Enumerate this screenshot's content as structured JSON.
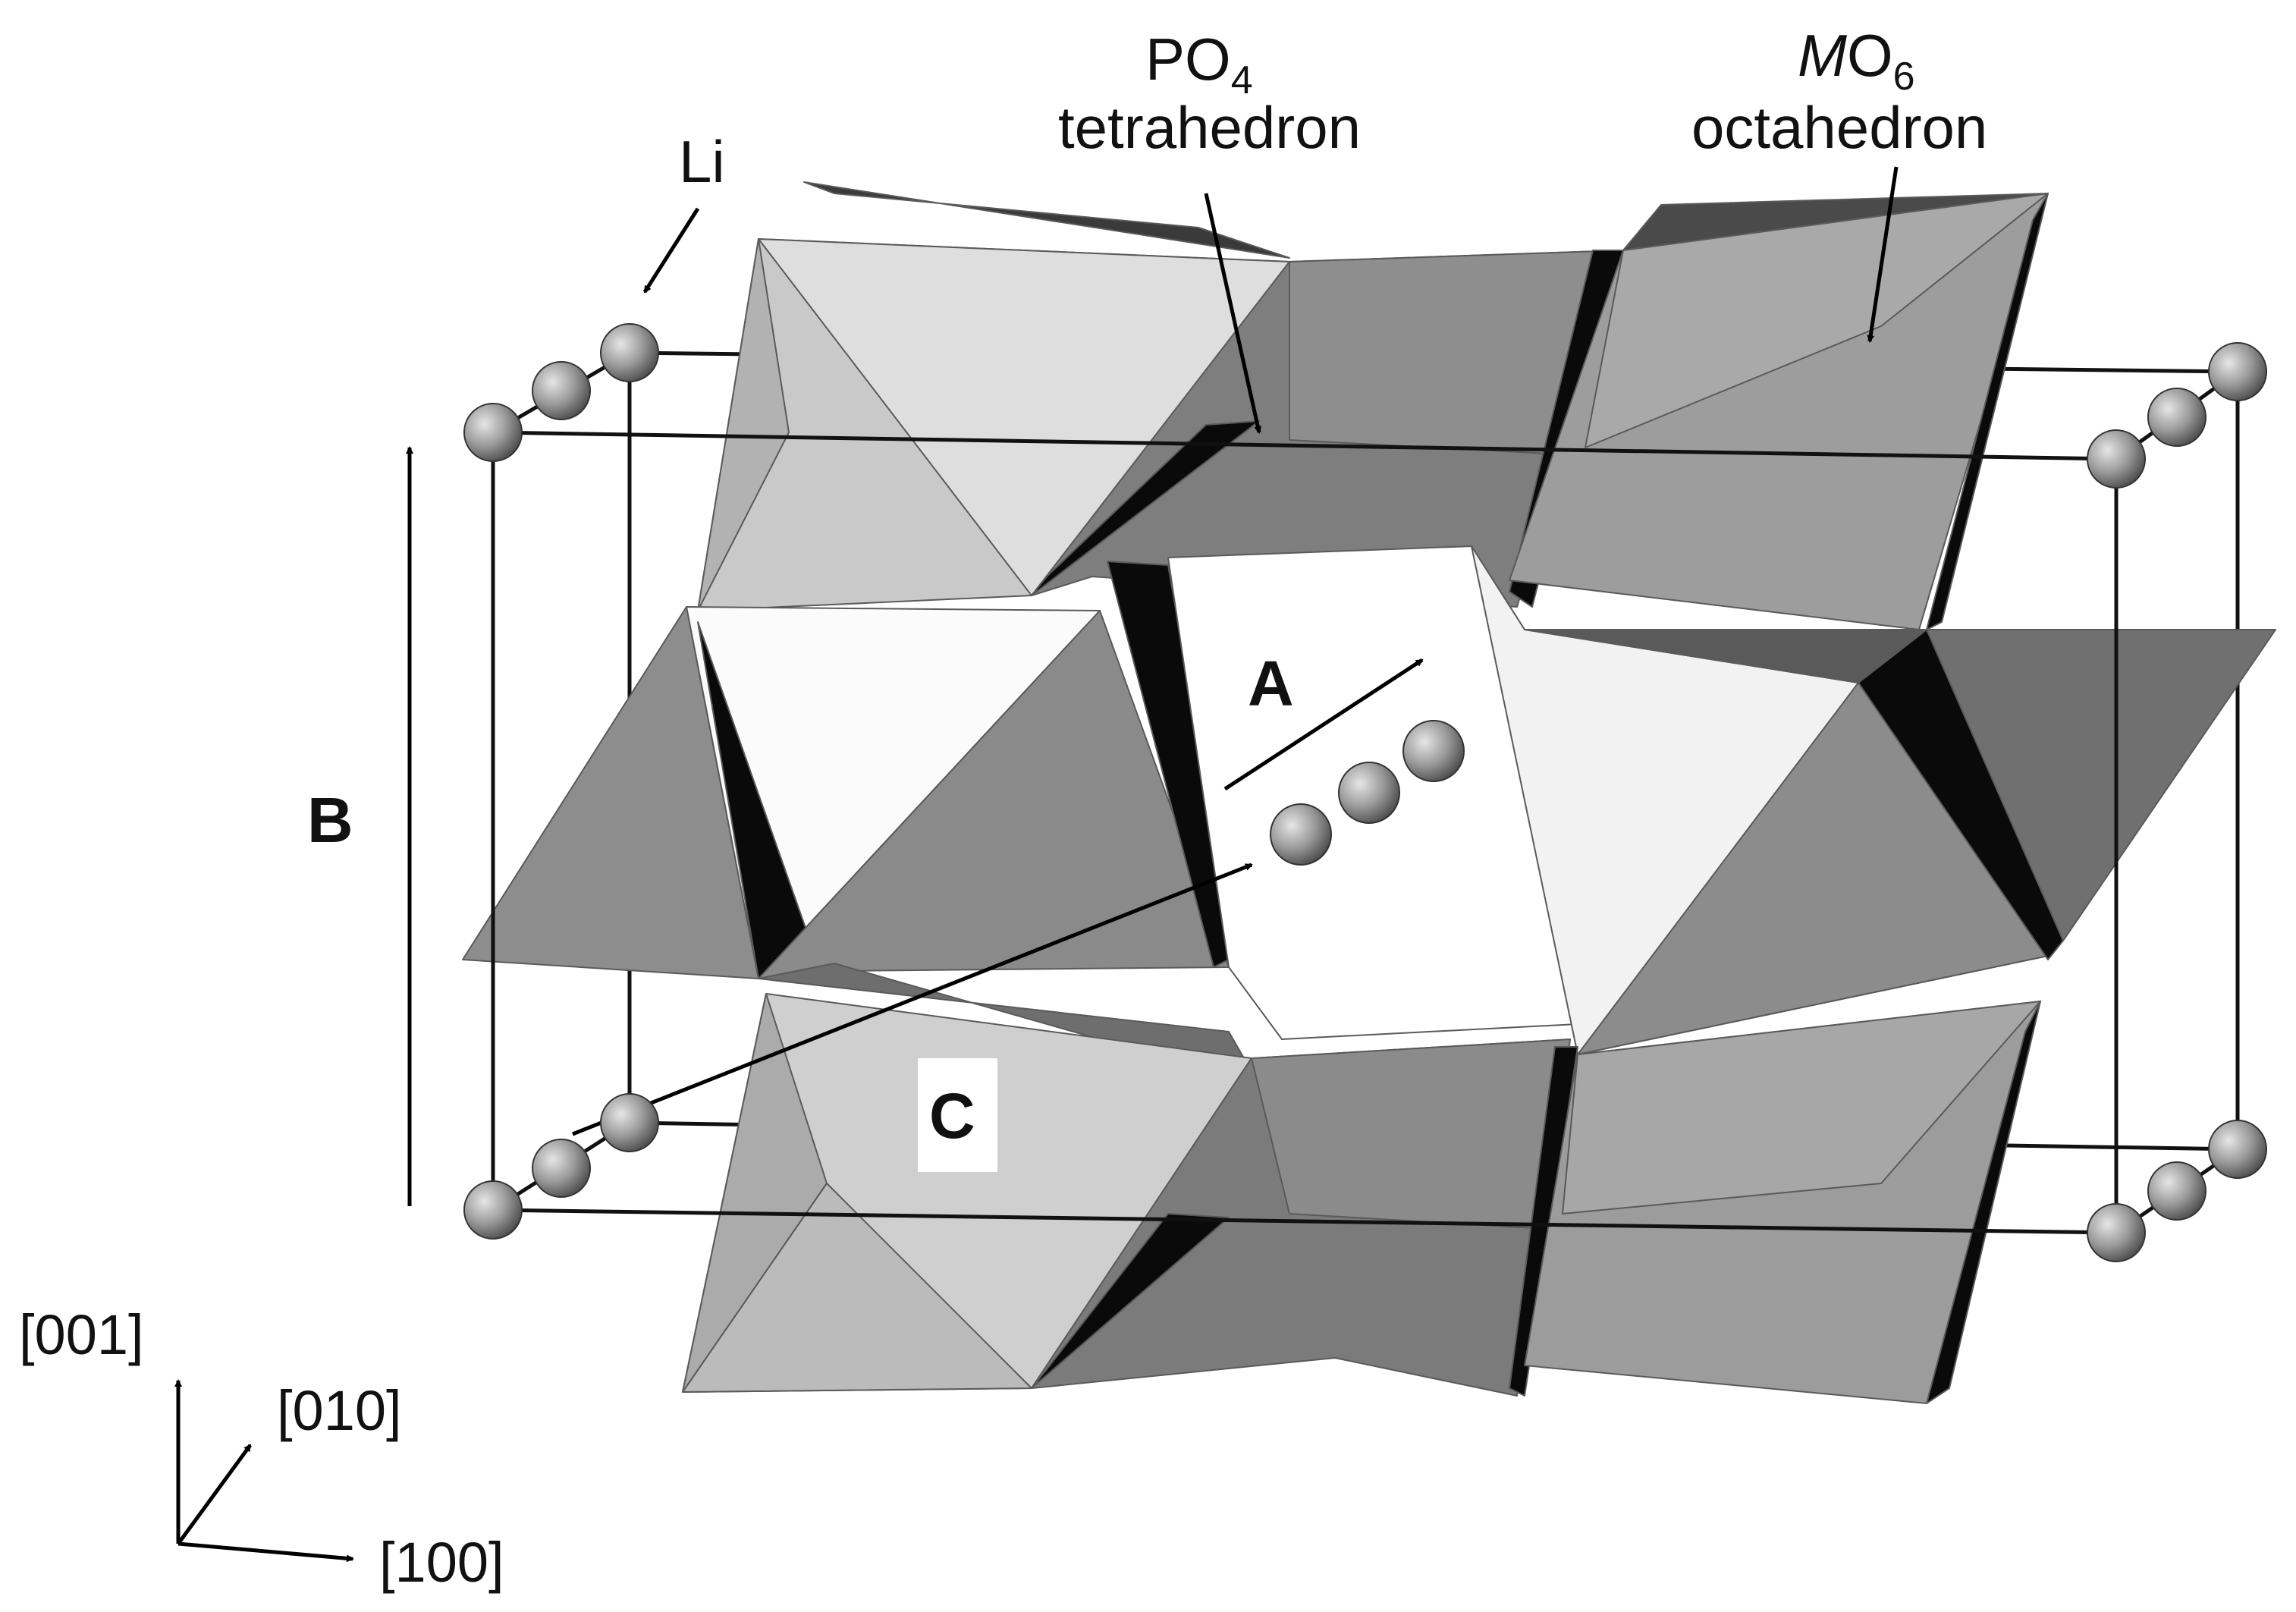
{
  "labels": {
    "li": "Li",
    "po4_main": "PO",
    "po4_sub": "4",
    "po4_line2": "tetrahedron",
    "mo6_main": "M",
    "mo6_o": "O",
    "mo6_sub": "6",
    "mo6_line2": "octahedron",
    "a": "A",
    "b": "B",
    "c": "C"
  },
  "axes": {
    "z": "[001]",
    "y": "[010]",
    "x": "[100]"
  },
  "colors": {
    "dark_face": "#7d7d7d",
    "mid_face": "#9e9e9e",
    "light_face": "#c8c8c8",
    "pale_face": "#e3e3e3",
    "white_face": "#f7f7f7",
    "shadow": "#0a0a0a",
    "atom": "#8f8f8f"
  }
}
